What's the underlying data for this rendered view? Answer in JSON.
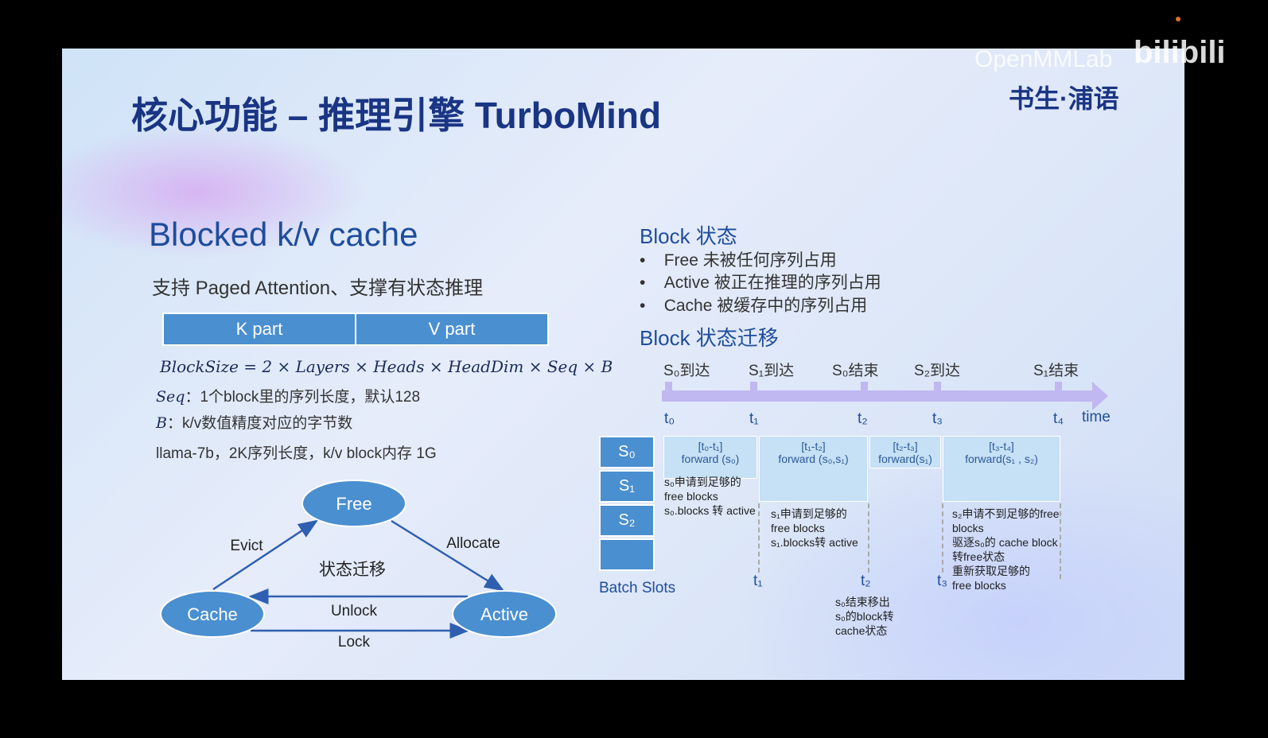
{
  "watermark": {
    "brand": "OpenMMLab",
    "logo": "书生·浦语",
    "site": "bilibili"
  },
  "slide": {
    "title": "核心功能 – 推理引擎 TurboMind",
    "left": {
      "heading": "Blocked k/v cache",
      "subtitle": "支持 Paged Attention、支撑有状态推理",
      "k_part": "K part",
      "v_part": "V part",
      "formula": "BlockSize = 2 × Layers × Heads × HeadDim × Seq × B",
      "seq_label": "Seq",
      "seq_text": "：1个block里的序列长度，默认128",
      "b_label": "B",
      "b_text": "：k/v数值精度对应的字节数",
      "example": "llama-7b，2K序列长度，k/v block内存 1G",
      "diagram": {
        "free": "Free",
        "cache": "Cache",
        "active": "Active",
        "evict": "Evict",
        "allocate": "Allocate",
        "center": "状态迁移",
        "unlock": "Unlock",
        "lock": "Lock"
      }
    },
    "right": {
      "states_heading": "Block 状态",
      "bullets": [
        "Free 未被任何序列占用",
        "Active 被正在推理的序列占用",
        "Cache 被缓存中的序列占用"
      ],
      "transition_heading": "Block 状态迁移",
      "events": [
        "S₀到达",
        "S₁到达",
        "S₀结束",
        "S₂到达",
        "S₁结束"
      ],
      "ticks": [
        "t₀",
        "t₁",
        "t₂",
        "t₃",
        "t₄"
      ],
      "time_label": "time",
      "slots": [
        "S₀",
        "S₁",
        "S₂",
        ""
      ],
      "slots_label": "Batch Slots",
      "forwards": [
        {
          "range": "[t₀-t₁]",
          "call": "forward (s₀)"
        },
        {
          "range": "[t₁-t₂]",
          "call": "forward (s₀,s₁)"
        },
        {
          "range": "[t₂-t₃]",
          "call": "forward(s₁)"
        },
        {
          "range": "[t₃-t₄]",
          "call": "forward(s₁ , s₂)"
        }
      ],
      "notes": [
        "s₀申请到足够的\nfree blocks\ns₀.blocks 转 active",
        "s₁申请到足够的\nfree blocks\ns₁.blocks转 active",
        "s₀结束移出\ns₀的block转\ncache状态",
        "s₂申请不到足够的free\nblocks\n驱逐s₀的 cache block\n转free状态\n重新获取足够的\nfree blocks"
      ],
      "lower_ticks": [
        "t₁",
        "t₂",
        "t₃"
      ]
    }
  },
  "colors": {
    "title": "#1a3584",
    "block": "#4a8fd0",
    "forward": "#c6e0f5",
    "timeline": "#c0b8f0"
  }
}
